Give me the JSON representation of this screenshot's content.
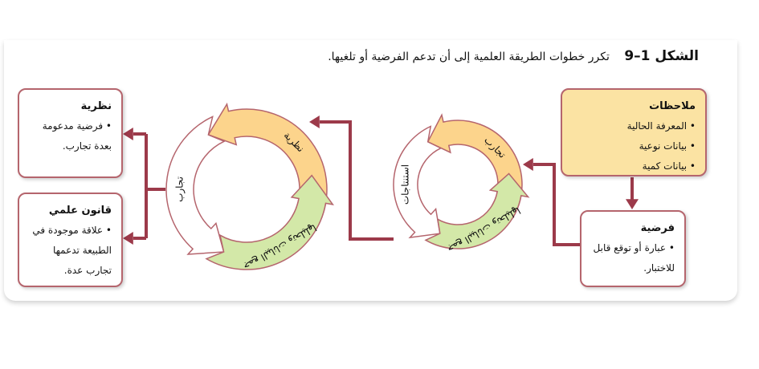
{
  "figure": {
    "number": "1–9",
    "prefix": "الشكل",
    "caption": "تكرر خطوات الطريقة العلمية إلى أن تدعم الفرضية أو تلغيها."
  },
  "notes_box": {
    "title": "ملاحظات",
    "items": [
      "المعرفة الحالية",
      "بيانات نوعية",
      "بيانات كمية"
    ]
  },
  "hypothesis_box": {
    "title": "فرضية",
    "text": "عبارة أو توقع قابل للاختبار."
  },
  "theory_box": {
    "title": "نظرية",
    "text": "فرضية مدعومة بعدة تجارب."
  },
  "law_box": {
    "title": "قانون علمي",
    "text": "علاقة موجودة في الطبيعة تدعمها تجارب عدة."
  },
  "cycle_right": {
    "orange": "تجارب",
    "white": "استنتاجات",
    "green": "جمع البيانات وتحليلها"
  },
  "cycle_left": {
    "orange": "نظرية",
    "white": "تجارب",
    "green": "جمع البيانات وتحليلها"
  },
  "colors": {
    "border": "#b5656d",
    "arrow": "#9c3a4a",
    "orange": "#fcd48c",
    "green": "#d3e8a8",
    "yellow": "#fbe3a3"
  }
}
